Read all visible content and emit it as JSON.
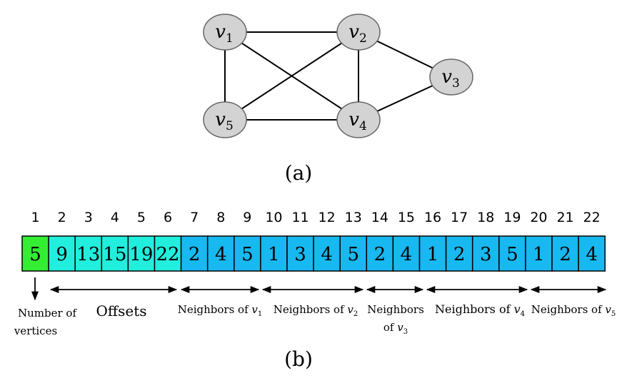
{
  "graph": {
    "vertices": [
      {
        "id": "v1",
        "base": "v",
        "sub": "1"
      },
      {
        "id": "v2",
        "base": "v",
        "sub": "2"
      },
      {
        "id": "v3",
        "base": "v",
        "sub": "3"
      },
      {
        "id": "v4",
        "base": "v",
        "sub": "4"
      },
      {
        "id": "v5",
        "base": "v",
        "sub": "5"
      }
    ],
    "edges": [
      [
        "v1",
        "v2"
      ],
      [
        "v1",
        "v5"
      ],
      [
        "v1",
        "v4"
      ],
      [
        "v2",
        "v5"
      ],
      [
        "v2",
        "v4"
      ],
      [
        "v2",
        "v3"
      ],
      [
        "v3",
        "v4"
      ],
      [
        "v5",
        "v4"
      ]
    ],
    "caption": "(a)"
  },
  "array": {
    "indices": [
      "1",
      "2",
      "3",
      "4",
      "5",
      "6",
      "7",
      "8",
      "9",
      "10",
      "11",
      "12",
      "13",
      "14",
      "15",
      "16",
      "17",
      "18",
      "19",
      "20",
      "21",
      "22"
    ],
    "values": [
      "5",
      "9",
      "13",
      "15",
      "19",
      "22",
      "2",
      "4",
      "5",
      "1",
      "3",
      "4",
      "5",
      "2",
      "4",
      "1",
      "2",
      "3",
      "5",
      "1",
      "2",
      "4"
    ],
    "cell_groups": [
      "count",
      "offset",
      "offset",
      "offset",
      "offset",
      "offset",
      "neighbor",
      "neighbor",
      "neighbor",
      "neighbor",
      "neighbor",
      "neighbor",
      "neighbor",
      "neighbor",
      "neighbor",
      "neighbor",
      "neighbor",
      "neighbor",
      "neighbor",
      "neighbor",
      "neighbor",
      "neighbor"
    ],
    "colors": {
      "count": "#33ee33",
      "offset": "#22eedd",
      "neighbor": "#18b8f0",
      "node_fill": "#d3d3d3"
    },
    "labels": {
      "count": [
        "Number of",
        "vertices"
      ],
      "offsets": "Offsets",
      "n1": "Neighbors of v1",
      "n2": "Neighbors of v2",
      "n3": [
        "Neighbors",
        "of v3"
      ],
      "n4": "Neighbors of v4",
      "n5": "Neighbors of v5"
    },
    "caption": "(b)"
  }
}
